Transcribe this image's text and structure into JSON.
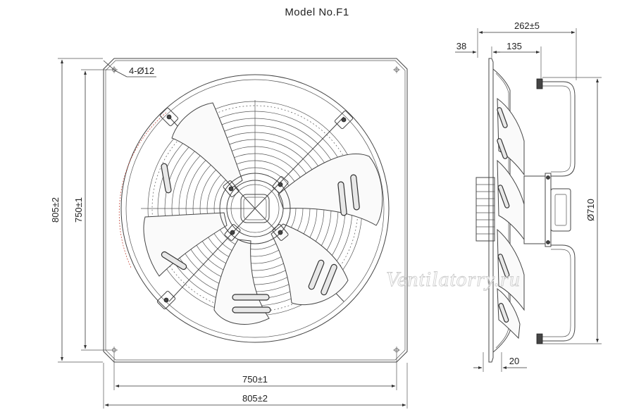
{
  "title": "Model No.F1",
  "front_view": {
    "hole_note": "4-Ø12",
    "dim_inner_horizontal": "750±1",
    "dim_outer_horizontal": "805±2",
    "dim_inner_vertical": "750±1",
    "dim_outer_vertical": "805±2"
  },
  "side_view": {
    "dim_depth_total": "262±5",
    "dim_plate_offset": "38",
    "dim_motor_depth": "135",
    "dim_diameter": "Ø710",
    "dim_flange": "20"
  },
  "watermark": "Ventilatorry.ru"
}
